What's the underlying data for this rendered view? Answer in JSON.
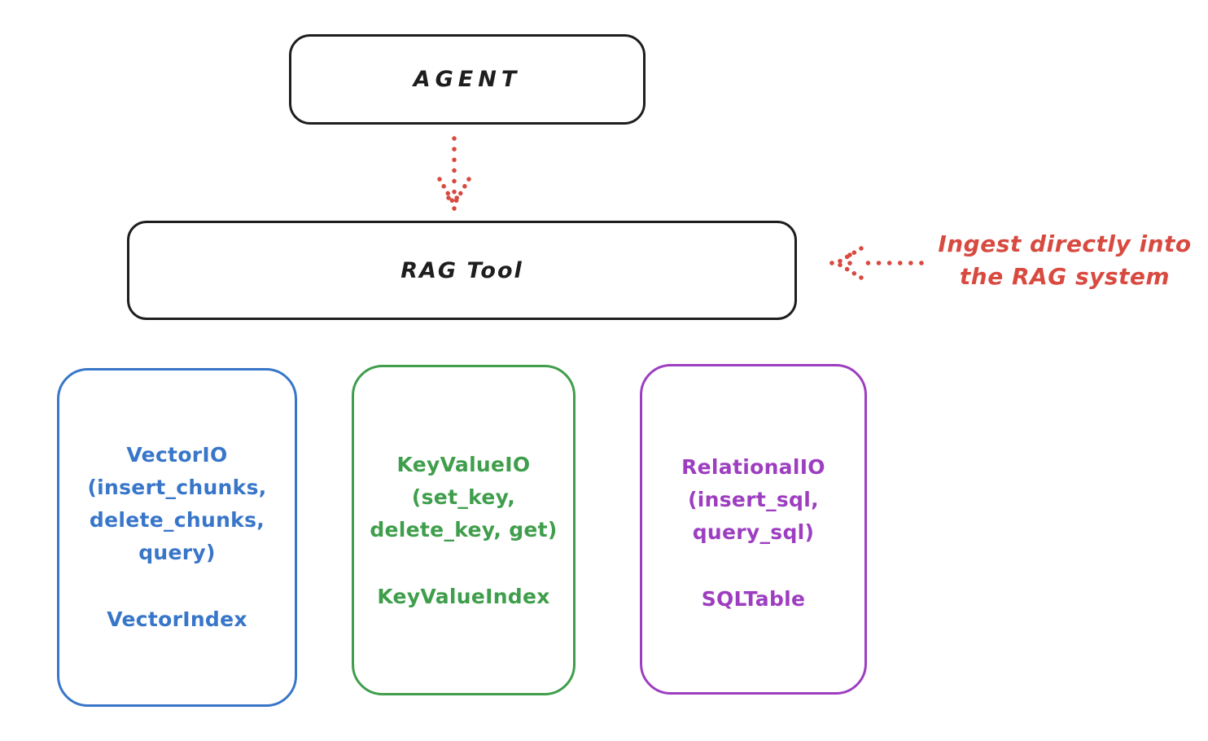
{
  "colors": {
    "ink": "#1e1e1e",
    "red": "#d84a40",
    "blue": "#3876c9",
    "green": "#3f9e4b",
    "purple": "#9d3ec1",
    "background": "#ffffff"
  },
  "nodes": {
    "agent": {
      "label": "AGENT"
    },
    "rag_tool": {
      "label": "RAG Tool"
    }
  },
  "annotation": {
    "line1": "Ingest directly into",
    "line2": "the RAG system"
  },
  "icons": {
    "agent_to_rag_arrow": "dotted-down-arrow",
    "ingest_arrow": "dotted-left-arrow"
  },
  "cards": [
    {
      "id": "vector-io",
      "color": "#3876c9",
      "lines": [
        "VectorIO",
        "(insert_chunks,",
        "delete_chunks,",
        "query)"
      ],
      "index_label": "VectorIndex"
    },
    {
      "id": "keyvalue-io",
      "color": "#3f9e4b",
      "lines": [
        "KeyValueIO",
        "(set_key,",
        "delete_key, get)"
      ],
      "index_label": "KeyValueIndex"
    },
    {
      "id": "relational-io",
      "color": "#9d3ec1",
      "lines": [
        "RelationalIO",
        "(insert_sql,",
        "query_sql)"
      ],
      "index_label": "SQLTable"
    }
  ]
}
